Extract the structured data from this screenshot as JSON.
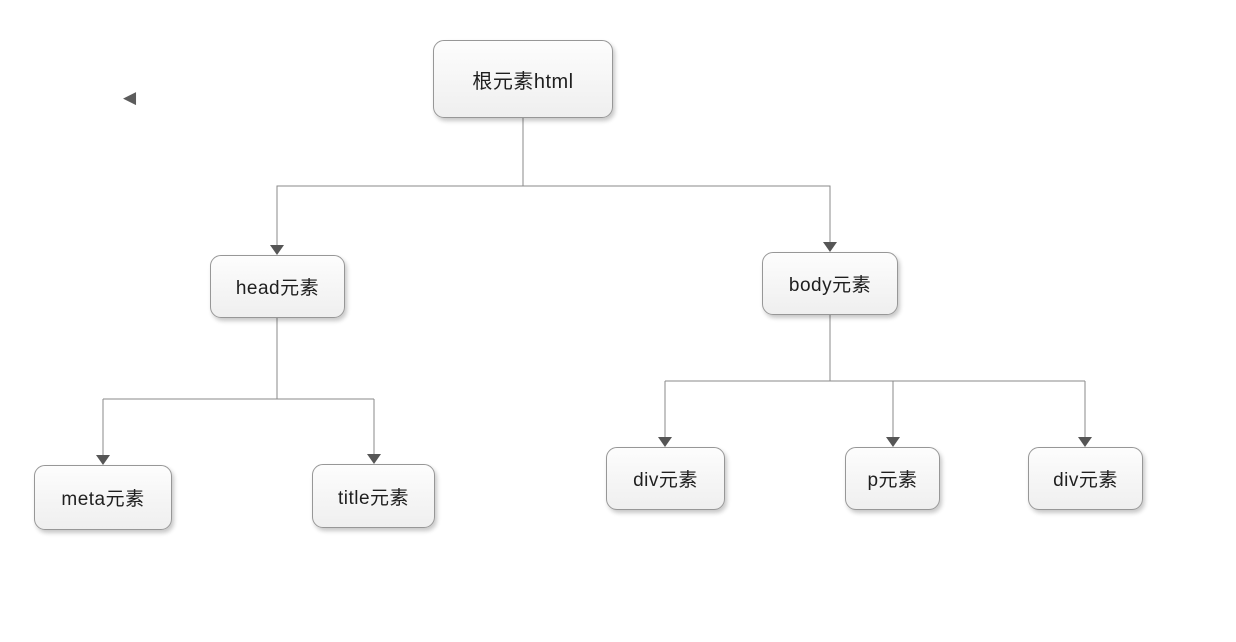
{
  "canvas": {
    "background": "#ffffff"
  },
  "icons": {
    "collapse_left_glyph": "◀"
  },
  "diagram": {
    "nodes": {
      "root": {
        "label": "根元素html"
      },
      "head": {
        "label": "head元素"
      },
      "body": {
        "label": "body元素"
      },
      "meta": {
        "label": "meta元素"
      },
      "title": {
        "label": "title元素"
      },
      "div1": {
        "label": "div元素"
      },
      "p": {
        "label": "p元素"
      },
      "div2": {
        "label": "div元素"
      }
    },
    "edges": [
      {
        "from": "root",
        "to": "head"
      },
      {
        "from": "root",
        "to": "body"
      },
      {
        "from": "head",
        "to": "meta"
      },
      {
        "from": "head",
        "to": "title"
      },
      {
        "from": "body",
        "to": "div1"
      },
      {
        "from": "body",
        "to": "p"
      },
      {
        "from": "body",
        "to": "div2"
      }
    ],
    "colors": {
      "connector": "#8a8a8a",
      "arrowhead": "#565656",
      "node_border": "#979797",
      "node_fill_top": "#fdfdfd",
      "node_fill_bottom": "#efefef",
      "node_text": "#1f1f1f",
      "background": "#ffffff"
    }
  }
}
